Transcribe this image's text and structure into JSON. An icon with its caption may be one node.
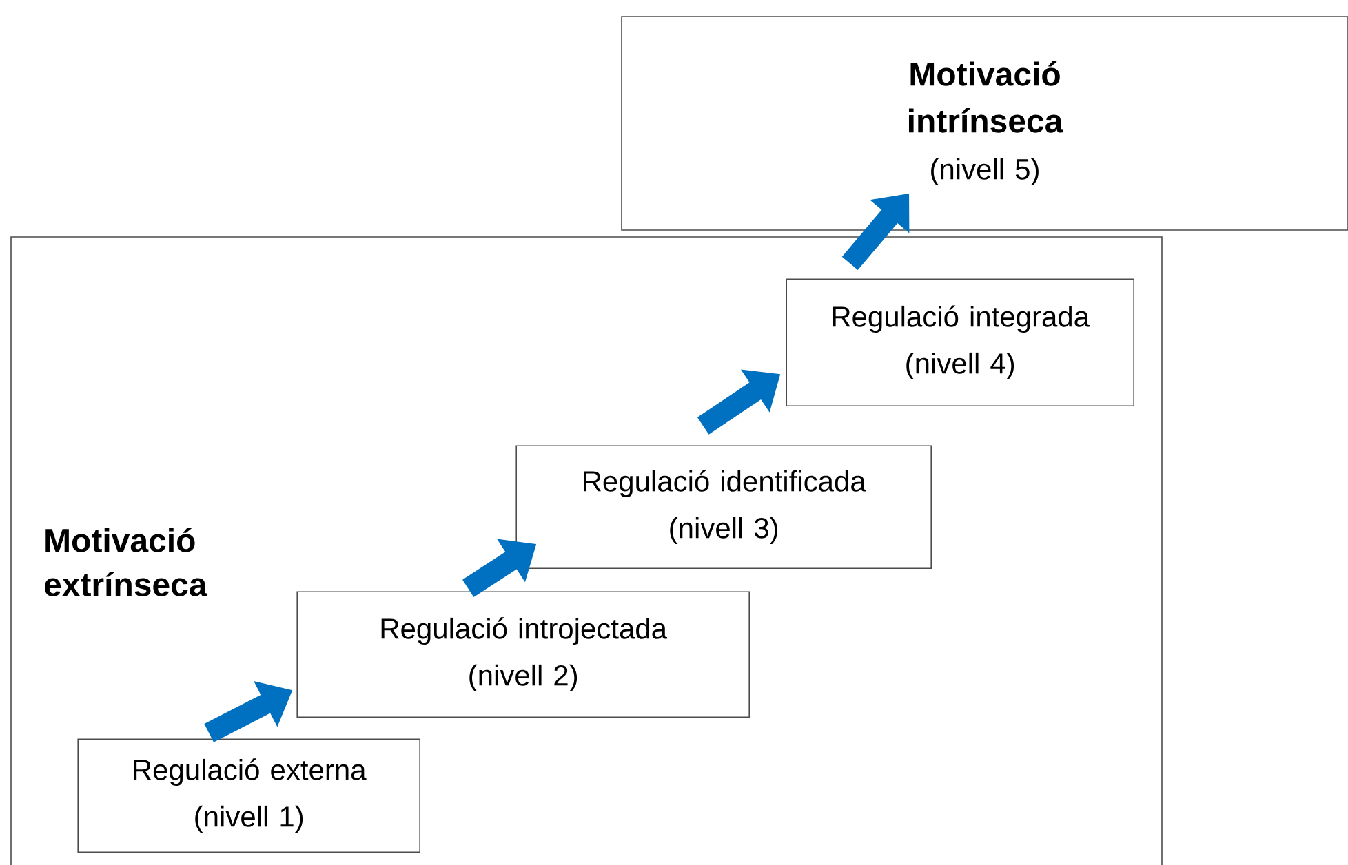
{
  "diagram": {
    "nodes": [
      {
        "text": [
          "Motivació extrínseca"
        ]
      },
      {
        "text": [
          "Regulació externa",
          "(nivell 1)"
        ],
        "in": 0
      },
      {
        "text": [
          "Regulació introjectada",
          "(nivell 2)"
        ],
        "in": 0
      },
      {
        "text": [
          "Regulació identificada",
          "(nivell 3)"
        ],
        "in": 0
      },
      {
        "text": [
          "Regulació integrada",
          "(nivell 4)"
        ],
        "in": 0
      },
      {
        "text": [
          "Motivació intrínseca",
          "(nivell 5)"
        ]
      }
    ],
    "edges": [
      {
        "from": 1,
        "to": 2,
        "arrow": "to"
      },
      {
        "from": 2,
        "to": 3,
        "arrow": "to"
      },
      {
        "from": 3,
        "to": 4,
        "arrow": "to"
      },
      {
        "from": 4,
        "to": 5,
        "arrow": "to"
      }
    ]
  }
}
